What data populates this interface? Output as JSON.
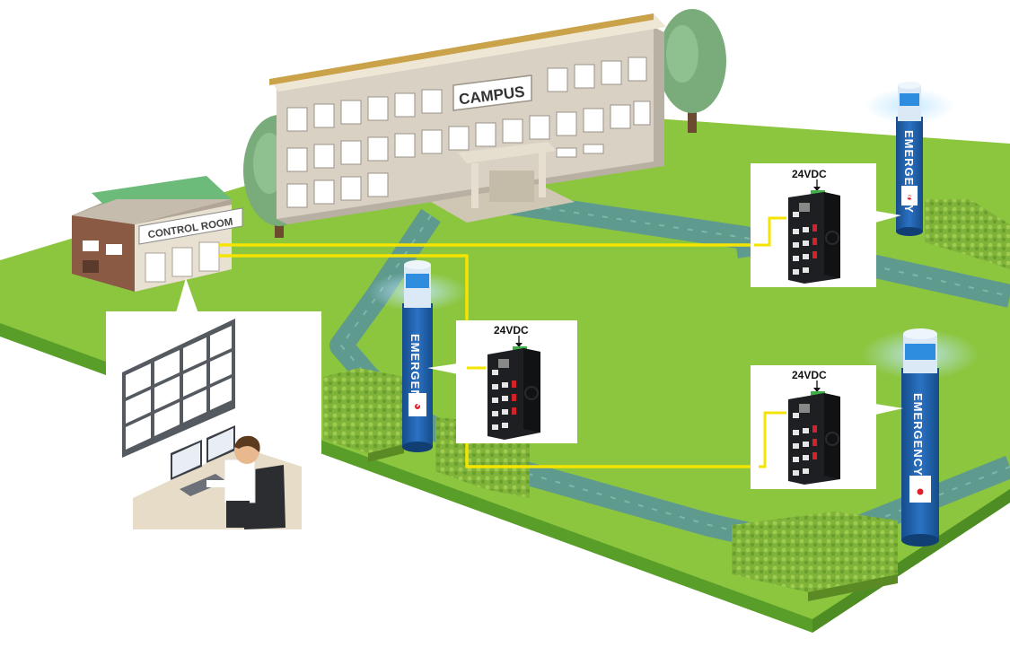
{
  "buildings": {
    "campus_sign": "CAMPUS",
    "control_room_sign": "CONTROL ROOM"
  },
  "switches": [
    {
      "power_label": "24VDC"
    },
    {
      "power_label": "24VDC"
    },
    {
      "power_label": "24VDC"
    }
  ],
  "emergency_towers": [
    {
      "label": "EMERGENCY"
    },
    {
      "label": "EMERGENCY"
    },
    {
      "label": "EMERGENCY"
    }
  ],
  "colors": {
    "grass": "#8cc63f",
    "grass_side": "#5a9e2a",
    "path": "#5f9a8f",
    "cable": "#f5e400",
    "tower": "#1d5fa8",
    "building": "#d9d2c4",
    "tree": "#79ab7b"
  },
  "icons": [
    "switch-icon",
    "beacon-icon",
    "video-wall-icon",
    "operator-icon",
    "tree-icon",
    "hedge-icon"
  ]
}
